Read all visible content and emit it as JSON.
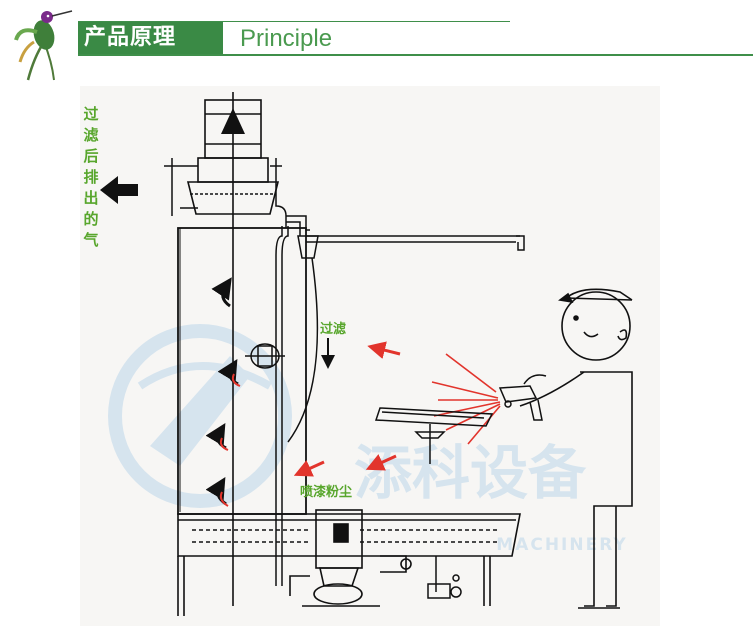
{
  "header": {
    "title_cn": "产品原理",
    "title_en": "Principle"
  },
  "diagram": {
    "label_exhaust": "过滤后排出的气",
    "label_filter": "过滤",
    "label_dust": "喷漆粉尘",
    "watermark_brand": "添科设备",
    "watermark_sub": "MACHINERY"
  },
  "colors": {
    "header_green": "#3a8a45",
    "title_en_green": "#4a9a4f",
    "label_green": "#58a62c",
    "arrow_red": "#e2342c",
    "watermark_blue": "#bcd6ea"
  }
}
